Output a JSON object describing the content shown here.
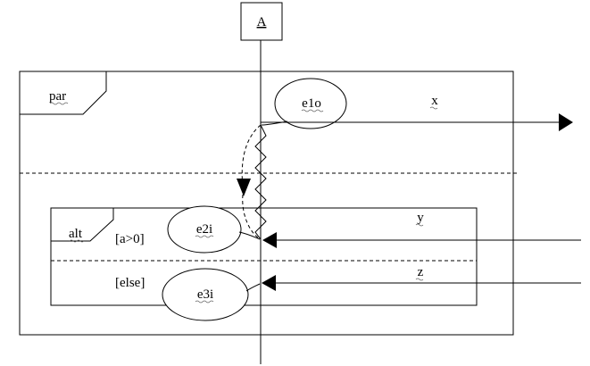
{
  "lifeline": {
    "label": "A"
  },
  "par": {
    "label": "par"
  },
  "alt": {
    "label": "alt",
    "guard_then": "[a>0]",
    "guard_else": "[else]"
  },
  "events": {
    "e1o": "e1o",
    "e2i": "e2i",
    "e3i": "e3i"
  },
  "messages": {
    "x": "x",
    "y": "y",
    "z": "z"
  }
}
